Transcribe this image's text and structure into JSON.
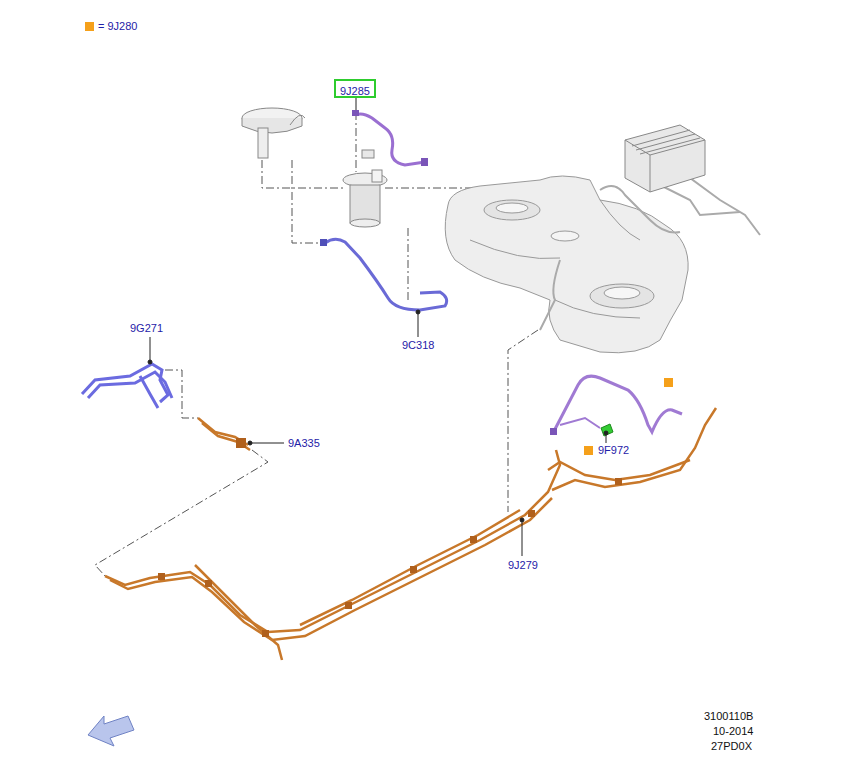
{
  "diagram": {
    "nodes": [
      {
        "text": [
          "9J285"
        ]
      }
    ],
    "labels": [
      "9G271",
      "9C318",
      "9A335",
      "9F972",
      "9J279",
      "3100110B",
      "10-2014",
      "27PD0X"
    ],
    "legend": [
      {
        "text": "= 9J280",
        "color": "#f5a01a"
      }
    ]
  }
}
